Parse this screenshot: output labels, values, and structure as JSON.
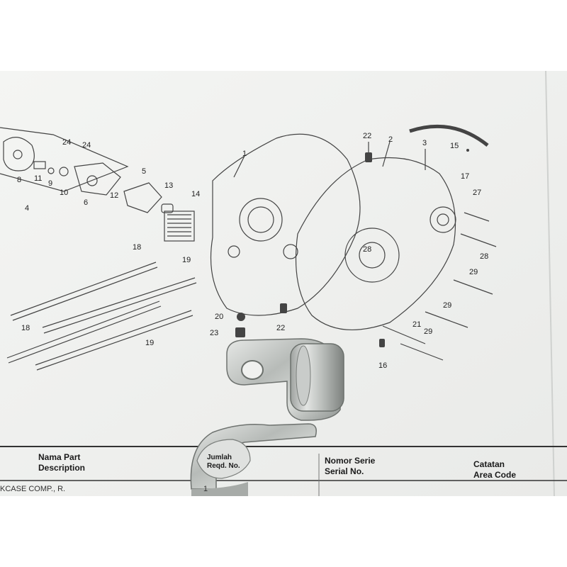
{
  "diagram": {
    "callouts": [
      "1",
      "2",
      "3",
      "4",
      "5",
      "6",
      "8",
      "9",
      "10",
      "11",
      "12",
      "13",
      "14",
      "15",
      "16",
      "17",
      "18",
      "18",
      "19",
      "19",
      "20",
      "21",
      "22",
      "22",
      "23",
      "24",
      "24",
      "27",
      "28",
      "28",
      "29",
      "29",
      "29"
    ]
  },
  "table": {
    "headers": {
      "name": "Nama Part",
      "name_en": "Description",
      "qty": "Jumlah",
      "qty_en": "Reqd. No.",
      "serial": "Nomor Serie",
      "serial_en": "Serial No.",
      "note": "Catatan",
      "note_en": "Area Code"
    },
    "rows": [
      {
        "name": "KCASE COMP., R.",
        "qty": "1"
      }
    ]
  }
}
